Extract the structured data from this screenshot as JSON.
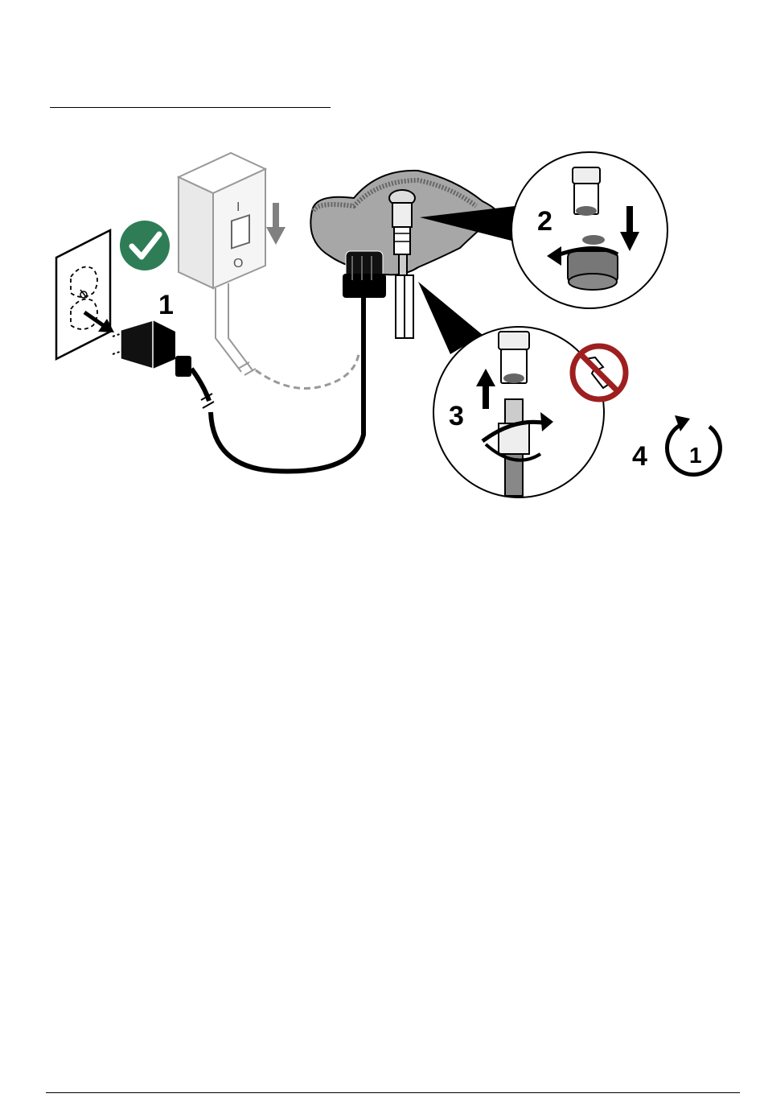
{
  "steps": {
    "step1": "1",
    "step2": "2",
    "step3": "3",
    "step4": "4",
    "restart_count": "1"
  },
  "switch_labels": {
    "on": "I",
    "off": "O"
  },
  "colors": {
    "check_badge": "#2e7d57",
    "prohibit_sign": "#9e1f1f",
    "housing_gray": "#a7a7a7",
    "switch_box": "#f2f2f2",
    "arrow_gray": "#808080"
  },
  "icons": {
    "check": "checkmark-icon",
    "prohibit": "no-wrench-icon",
    "restart": "restart-icon"
  }
}
